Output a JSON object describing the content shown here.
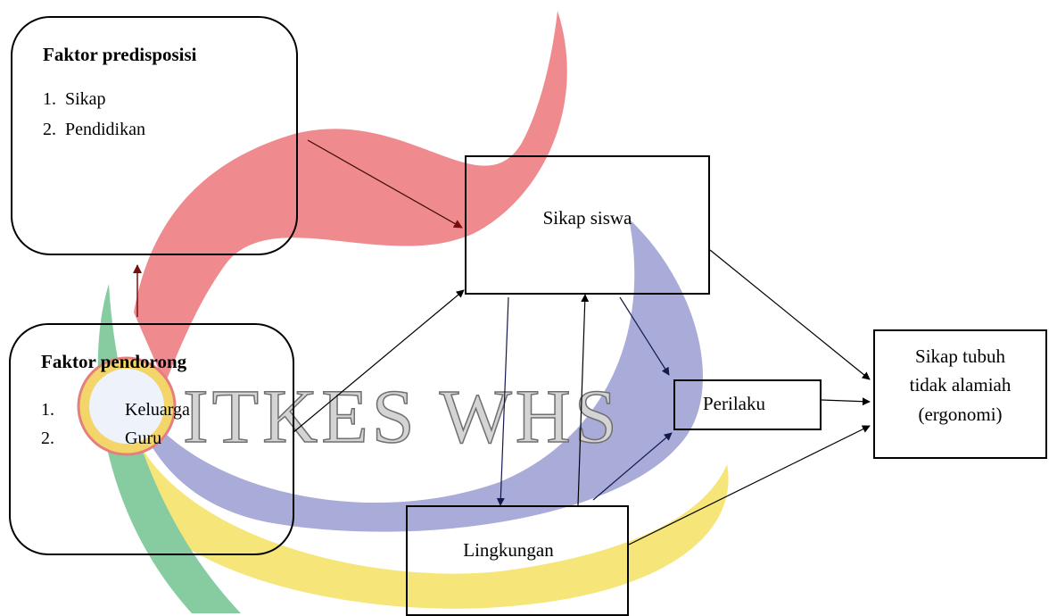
{
  "watermark": {
    "text": "ITKES WHS",
    "colors": {
      "red": "#ef8a8e",
      "blue": "#a9acd8",
      "yellow": "#f6e67a",
      "green": "#86cca0"
    }
  },
  "boxes": {
    "predisposisi": {
      "title": "Faktor predisposisi",
      "items": [
        "1.  Sikap",
        "2.  Pendidikan"
      ]
    },
    "pendorong": {
      "title": "Faktor pendorong",
      "items": [
        {
          "num": "1.",
          "text": "Keluarga"
        },
        {
          "num": "2.",
          "text": "Guru"
        }
      ]
    },
    "sikap_siswa": {
      "label": "Sikap siswa"
    },
    "perilaku": {
      "label": "Perilaku"
    },
    "lingkungan": {
      "label": "Lingkungan"
    },
    "sikap_tubuh": {
      "lines": [
        "Sikap tubuh",
        "tidak alamiah",
        "(ergonomi)"
      ]
    }
  }
}
